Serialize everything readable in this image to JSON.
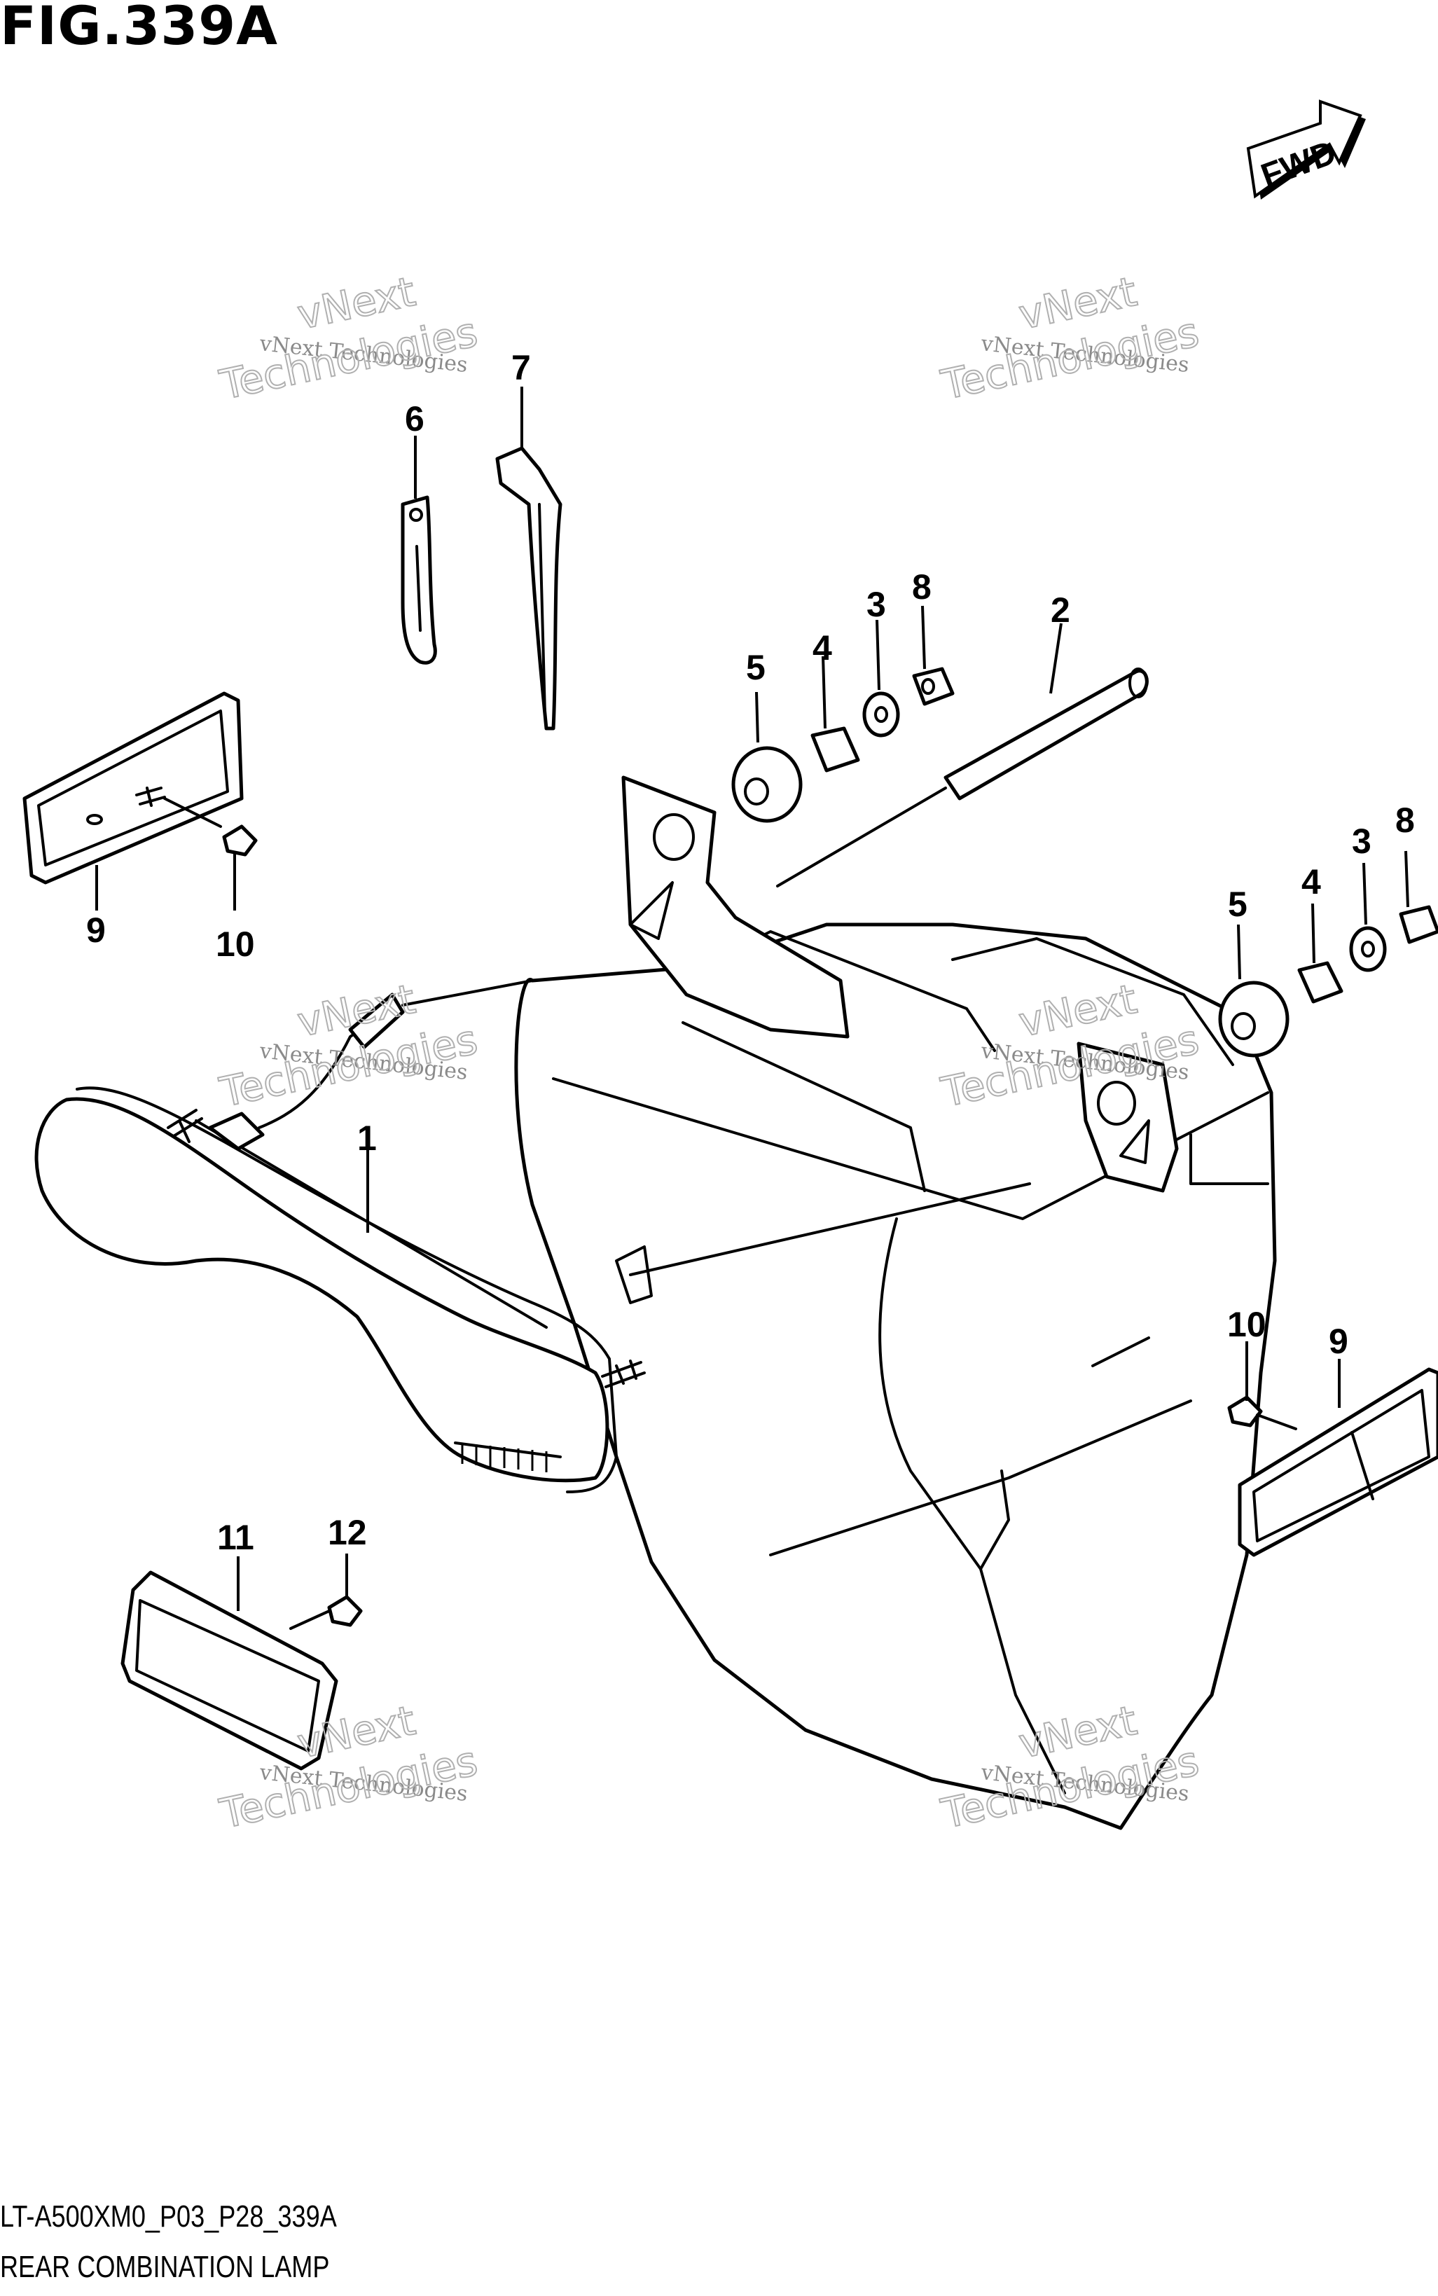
{
  "figure": {
    "title": "FIG.339A",
    "fwd_label": "FWD",
    "code": "LT-A500XM0_P03_P28_339A",
    "caption": "REAR COMBINATION LAMP"
  },
  "callouts": [
    "1",
    "2",
    "3",
    "4",
    "5",
    "6",
    "7",
    "8",
    "9",
    "10",
    "11",
    "12"
  ],
  "watermark": {
    "line1": "vNext Technologies",
    "line2": "vNext",
    "line3": "Technologies"
  }
}
